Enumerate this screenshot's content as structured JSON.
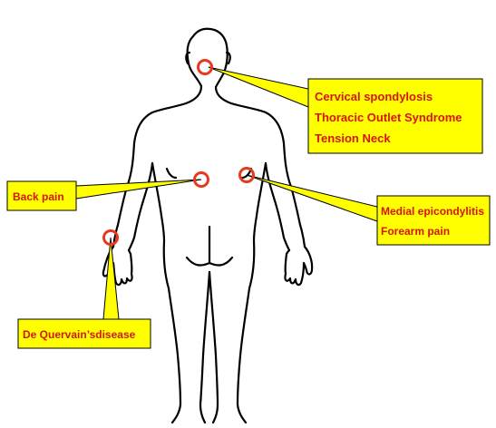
{
  "labels": {
    "neck": [
      "Cervical spondylosis",
      "Thoracic Outlet Syndrome",
      "Tension Neck"
    ],
    "back": "Back pain",
    "elbow": [
      "Medial epicondylitis",
      "Forearm pain"
    ],
    "wrist": "De Quervain’sdisease"
  },
  "colors": {
    "box_fill": "#ffff00",
    "text": "#d9140f",
    "marker": "#e8391d",
    "outline": "#000000"
  }
}
